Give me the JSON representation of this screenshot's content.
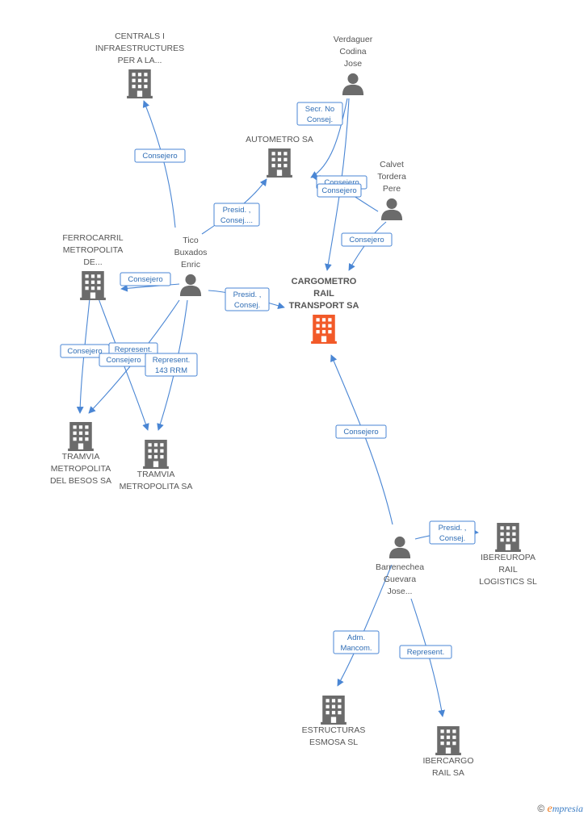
{
  "nodes": {
    "cargometro": {
      "lines": [
        "CARGOMETRO",
        "RAIL",
        "TRANSPORT SA"
      ],
      "kind": "company-main"
    },
    "centrals": {
      "lines": [
        "CENTRALS I",
        "INFRAESTRUCTURES",
        "PER A LA..."
      ],
      "kind": "company"
    },
    "verdaguer": {
      "lines": [
        "Verdaguer",
        "Codina",
        "Jose"
      ],
      "kind": "person"
    },
    "autometro": {
      "lines": [
        "AUTOMETRO SA"
      ],
      "kind": "company"
    },
    "calvet": {
      "lines": [
        "Calvet",
        "Tordera",
        "Pere"
      ],
      "kind": "person"
    },
    "tico": {
      "lines": [
        "Tico",
        "Buxados",
        "Enric"
      ],
      "kind": "person"
    },
    "ferrocarril": {
      "lines": [
        "FERROCARRIL",
        "METROPOLITA",
        "DE..."
      ],
      "kind": "company"
    },
    "tramvia_besos": {
      "lines": [
        "TRAMVIA",
        "METROPOLITA",
        "DEL BESOS SA"
      ],
      "kind": "company"
    },
    "tramvia_metro": {
      "lines": [
        "TRAMVIA",
        "METROPOLITA SA"
      ],
      "kind": "company"
    },
    "barrenechea": {
      "lines": [
        "Barrenechea",
        "Guevara",
        "Jose..."
      ],
      "kind": "person"
    },
    "ibereuropa": {
      "lines": [
        "IBEREUROPA",
        "RAIL",
        "LOGISTICS SL"
      ],
      "kind": "company"
    },
    "estructuras": {
      "lines": [
        "ESTRUCTURAS",
        "ESMOSA SL"
      ],
      "kind": "company"
    },
    "ibercargo": {
      "lines": [
        "IBERCARGO",
        "RAIL SA"
      ],
      "kind": "company"
    }
  },
  "edges": [
    {
      "id": "tico-centrals",
      "lines": [
        "Consejero"
      ]
    },
    {
      "id": "tico-autometro",
      "lines": [
        "Presid. ,",
        "Consej...."
      ]
    },
    {
      "id": "tico-cargometro",
      "lines": [
        "Presid. ,",
        "Consej."
      ]
    },
    {
      "id": "tico-ferrocarril",
      "lines": [
        "Consejero"
      ]
    },
    {
      "id": "verdaguer-autometro",
      "lines": [
        "Secr.  No",
        "Consej."
      ]
    },
    {
      "id": "verdaguer-cargometro",
      "lines": [
        "Consejero"
      ]
    },
    {
      "id": "calvet-autometro",
      "lines": [
        "Consejero"
      ]
    },
    {
      "id": "calvet-cargometro",
      "lines": [
        "Consejero"
      ]
    },
    {
      "id": "ferrocarril-besos",
      "lines": [
        "Consejero"
      ]
    },
    {
      "id": "ferrocarril-metro",
      "lines": [
        "Represent."
      ]
    },
    {
      "id": "tico-besos",
      "lines": [
        "Consejero"
      ]
    },
    {
      "id": "tico-metro",
      "lines": [
        "Represent.",
        "143 RRM"
      ]
    },
    {
      "id": "barrenechea-cargometro",
      "lines": [
        "Consejero"
      ]
    },
    {
      "id": "barrenechea-ibereuropa",
      "lines": [
        "Presid. ,",
        "Consej."
      ]
    },
    {
      "id": "barrenechea-estructuras",
      "lines": [
        "Adm.",
        "Mancom."
      ]
    },
    {
      "id": "barrenechea-ibercargo",
      "lines": [
        "Represent."
      ]
    }
  ],
  "colors": {
    "edge": "#4a86d4",
    "icon": "#6b6b6b",
    "main_icon": "#f25a29",
    "badge_text": "#2f6db5"
  },
  "icons": {
    "company": "building-icon",
    "person": "person-icon"
  },
  "footer": {
    "copyright": "©",
    "brand_initial": "e",
    "brand_rest": "mpresia"
  }
}
